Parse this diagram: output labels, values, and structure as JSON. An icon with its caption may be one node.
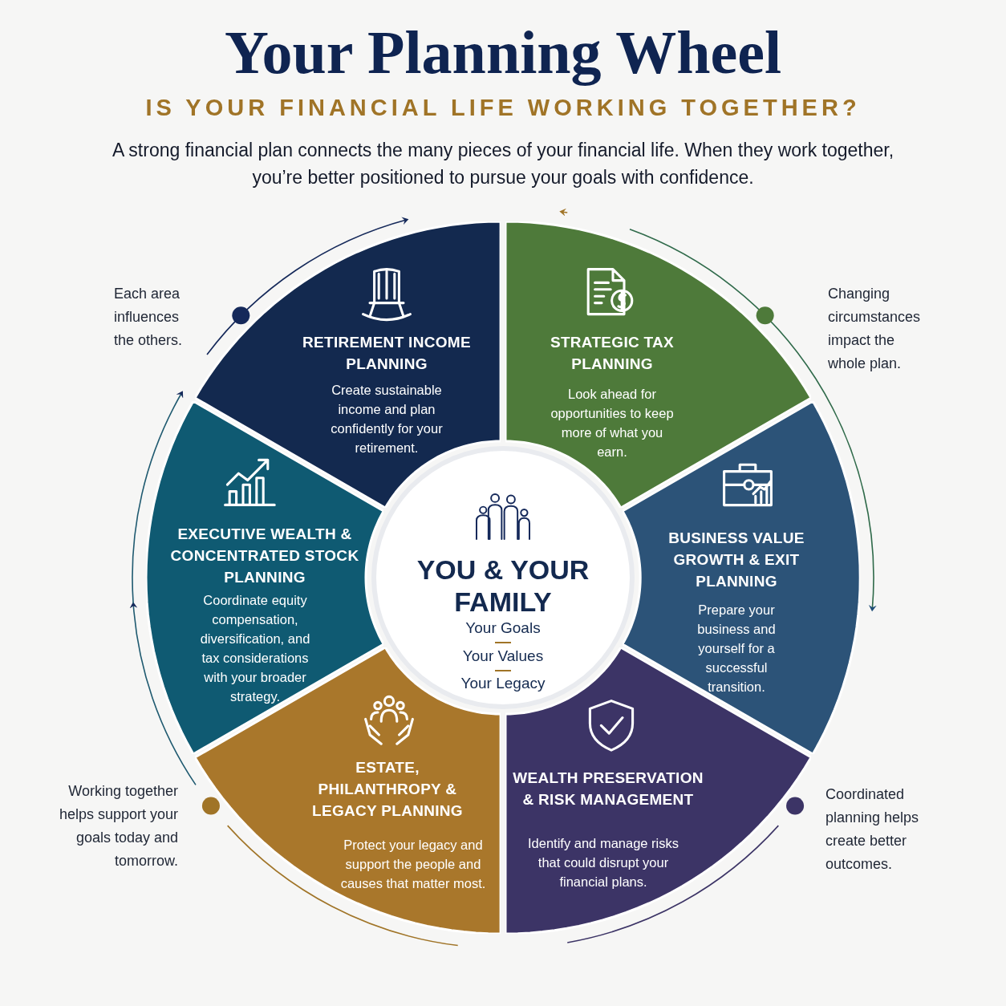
{
  "diagram": {
    "title": "Your Planning Wheel",
    "nodes": [
      {
        "text": [
          "YOU & YOUR FAMILY",
          "Your Goals",
          "Your Values",
          "Your Legacy"
        ]
      },
      {
        "text": [
          "RETIREMENT INCOME PLANNING",
          "Create sustainable income and plan confidently for your retirement."
        ]
      },
      {
        "text": [
          "STRATEGIC TAX PLANNING",
          "Look ahead for opportunities to keep more of what you earn."
        ]
      },
      {
        "text": [
          "BUSINESS VALUE GROWTH & EXIT PLANNING",
          "Prepare your business and yourself for a successful transition."
        ]
      },
      {
        "text": [
          "WEALTH PRESERVATION & RISK MANAGEMENT",
          "Identify and manage risks that could disrupt your financial plans."
        ]
      },
      {
        "text": [
          "ESTATE, PHILANTHROPY & LEGACY PLANNING",
          "Protect your legacy and support the people and causes that matter most."
        ]
      },
      {
        "text": [
          "EXECUTIVE WEALTH & CONCENTRATED STOCK PLANNING",
          "Coordinate equity compensation, diversification, and tax considerations with your broader strategy."
        ]
      }
    ],
    "labels": [
      "IS YOUR FINANCIAL LIFE WORKING TOGETHER?",
      "A strong financial plan connects the many pieces of your financial life. When they work together, you’re better positioned to pursue your goals with confidence.",
      "Each area influences the others.",
      "Changing circumstances impact the whole plan.",
      "Working together helps support your goals today and tomorrow.",
      "Coordinated planning helps create better outcomes."
    ]
  }
}
